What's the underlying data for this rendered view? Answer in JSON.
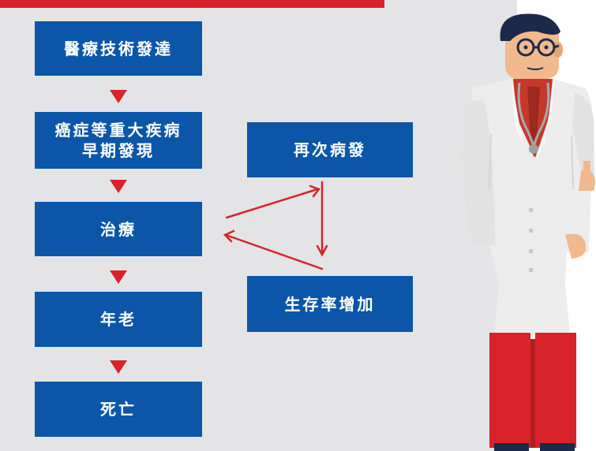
{
  "boxes": {
    "tech": "醫療技術發達",
    "early_line1": "癌症等重大疾病",
    "early_line2": "早期發現",
    "treatment": "治療",
    "old_age": "年老",
    "death": "死亡",
    "recurrence": "再次病發",
    "survival": "生存率增加"
  },
  "colors": {
    "box_blue": "#0b56a8",
    "accent_red": "#d8232a",
    "panel_gray": "#e4e4e6"
  },
  "illustration": {
    "subject": "doctor-icon"
  }
}
